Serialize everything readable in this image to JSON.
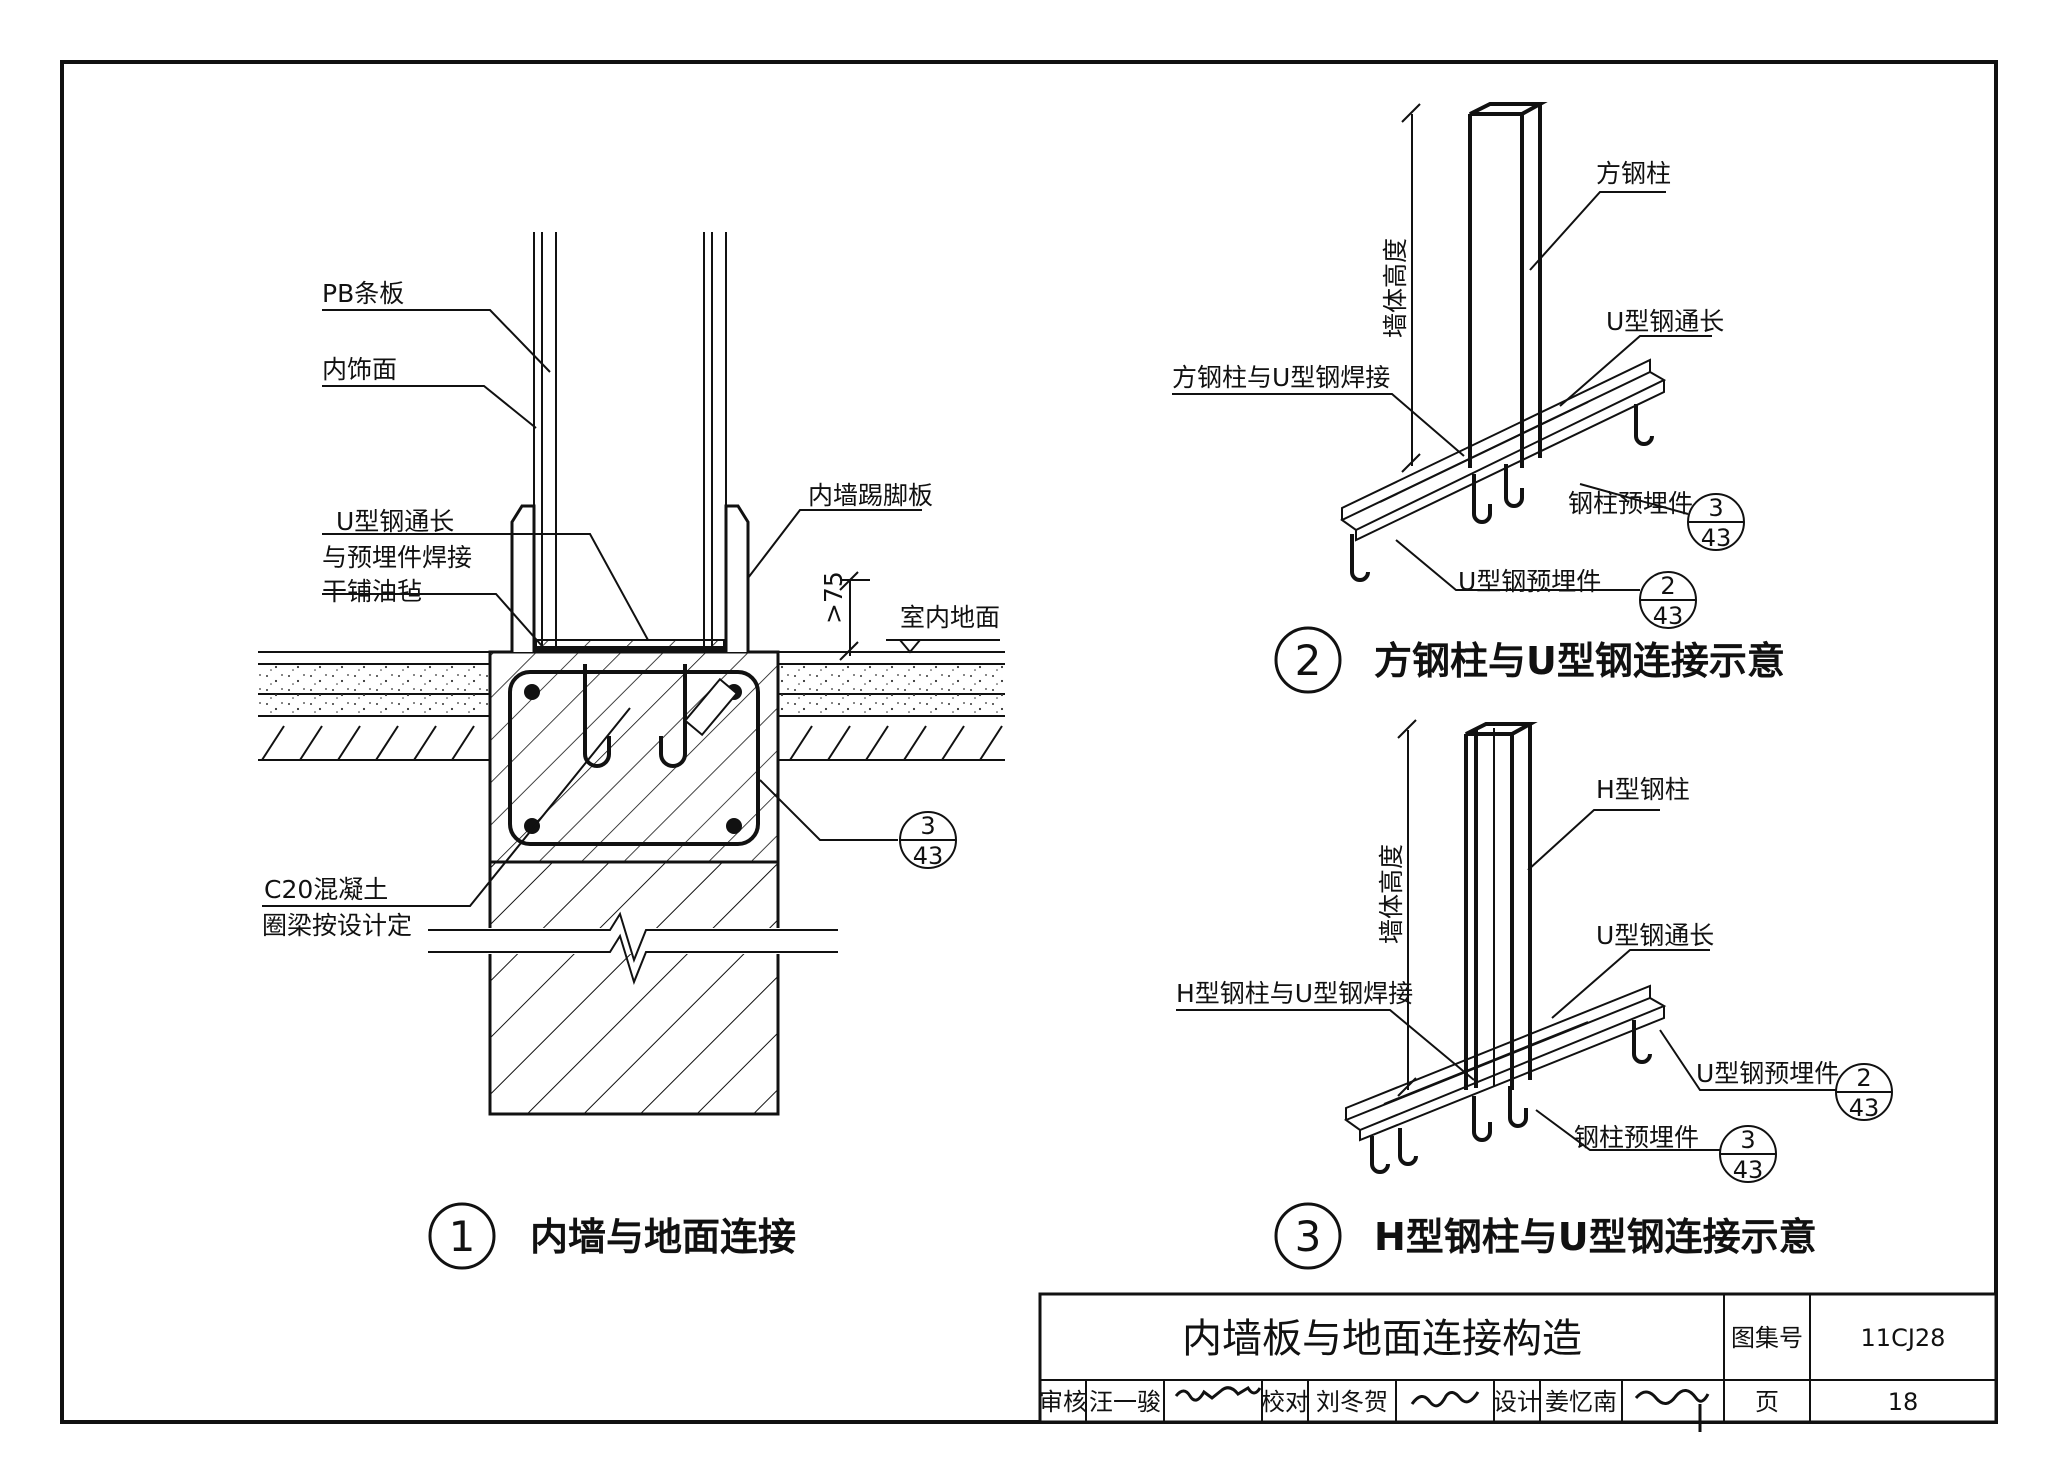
{
  "detail1": {
    "number": "1",
    "title": "内墙与地面连接",
    "labels": {
      "pb_panel": "PB条板",
      "inner_finish": "内饰面",
      "u_steel_line1": "U型钢通长",
      "u_steel_line2": "与预埋件焊接",
      "dry_felt": "干铺油毡",
      "baseboard": "内墙踢脚板",
      "dim": ">75",
      "indoor_floor": "室内地面",
      "concrete_line1": "C20混凝土",
      "concrete_line2": "圈梁按设计定"
    },
    "ref": {
      "num": "3",
      "sheet": "43"
    }
  },
  "detail2": {
    "number": "2",
    "title": "方钢柱与U型钢连接示意",
    "labels": {
      "wall_height": "墙体高度",
      "square_column": "方钢柱",
      "u_steel_full": "U型钢通长",
      "weld": "方钢柱与U型钢焊接",
      "column_embed": "钢柱预埋件",
      "u_steel_embed": "U型钢预埋件"
    },
    "ref_column": {
      "num": "3",
      "sheet": "43"
    },
    "ref_u": {
      "num": "2",
      "sheet": "43"
    }
  },
  "detail3": {
    "number": "3",
    "title": "H型钢柱与U型钢连接示意",
    "labels": {
      "wall_height": "墙体高度",
      "h_column": "H型钢柱",
      "u_steel_full": "U型钢通长",
      "weld": "H型钢柱与U型钢焊接",
      "u_steel_embed": "U型钢预埋件",
      "column_embed": "钢柱预埋件"
    },
    "ref_u": {
      "num": "2",
      "sheet": "43"
    },
    "ref_column": {
      "num": "3",
      "sheet": "43"
    }
  },
  "title_block": {
    "drawing_title": "内墙板与地面连接构造",
    "atlas_label": "图集号",
    "atlas_no": "11CJ28",
    "review_label": "审核",
    "reviewer": "汪一骏",
    "check_label": "校对",
    "checker": "刘冬贺",
    "design_label": "设计",
    "designer": "姜忆南",
    "page_label": "页",
    "page_no": "18"
  }
}
